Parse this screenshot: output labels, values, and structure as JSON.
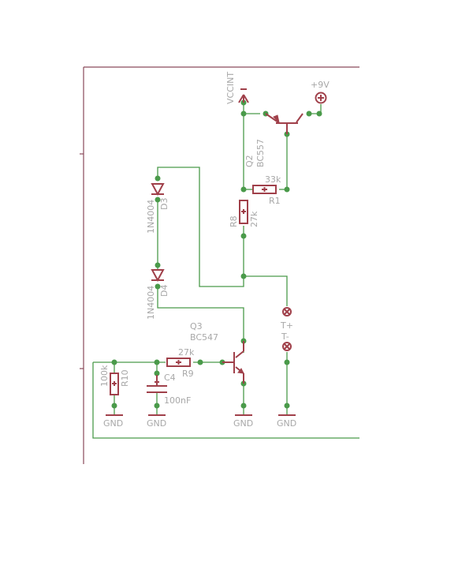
{
  "schematic": {
    "title": "Transistor switch circuit with diode reference",
    "colors": {
      "wire": "#4a9a4a",
      "symbol": "#a0404a",
      "frame": "#8a4a5a",
      "label": "#a8a8a8"
    },
    "supplies": {
      "vccint": "VCCINT",
      "plus9v": "+9V"
    },
    "components": {
      "q2": {
        "name": "Q2",
        "value": "BC557",
        "type": "PNP transistor"
      },
      "q3": {
        "name": "Q3",
        "value": "BC547",
        "type": "NPN transistor"
      },
      "r1": {
        "name": "R1",
        "value": "33k"
      },
      "r8": {
        "name": "R8",
        "value": "27k"
      },
      "r9": {
        "name": "R9",
        "value": "27k"
      },
      "r10": {
        "name": "R10",
        "value": "100k"
      },
      "c4": {
        "name": "C4",
        "value": "100nF"
      },
      "d3": {
        "name": "D3",
        "value": "1N4004"
      },
      "d4": {
        "name": "D4",
        "value": "1N4004"
      },
      "tplus": {
        "name": "T+"
      },
      "tminus": {
        "name": "T-"
      }
    },
    "grounds": [
      "GND",
      "GND",
      "GND",
      "GND"
    ]
  }
}
